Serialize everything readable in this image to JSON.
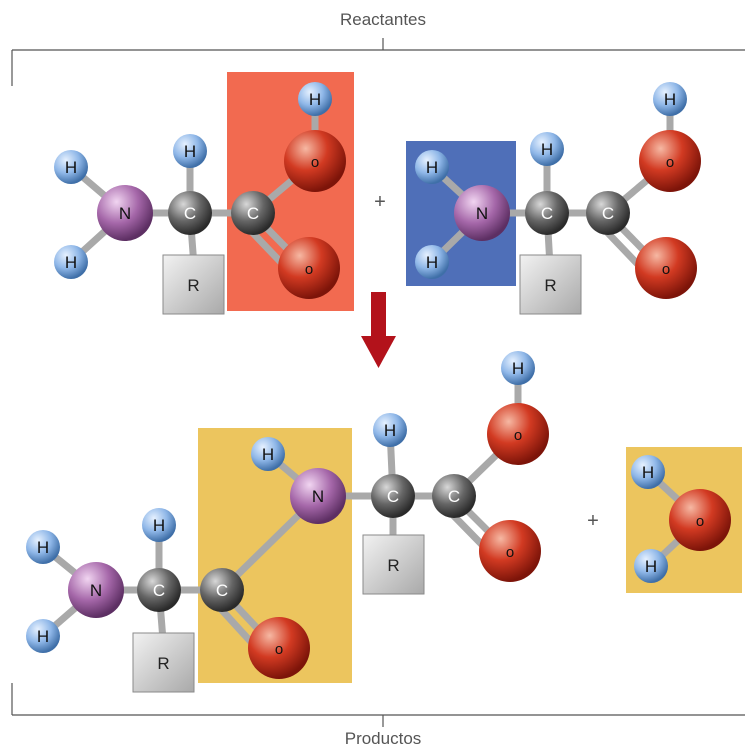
{
  "labels": {
    "top": "Reactantes",
    "bottom": "Productos",
    "plus": "+"
  },
  "atoms": {
    "hydrogen": "H",
    "nitrogen": "N",
    "carbon": "C",
    "oxygen": "o",
    "side_chain": "R"
  },
  "colors": {
    "carboxyl_highlight": "#f26a50",
    "amino_highlight": "#4f6fb8",
    "product_highlight": "#ecc55e",
    "arrow": "#b3121b",
    "bond": "#a9a9a9",
    "hydrogen": "#8fb7e8",
    "nitrogen": "#a567a9",
    "carbon": "#5f5f5f",
    "oxygen": "#c7321f"
  }
}
